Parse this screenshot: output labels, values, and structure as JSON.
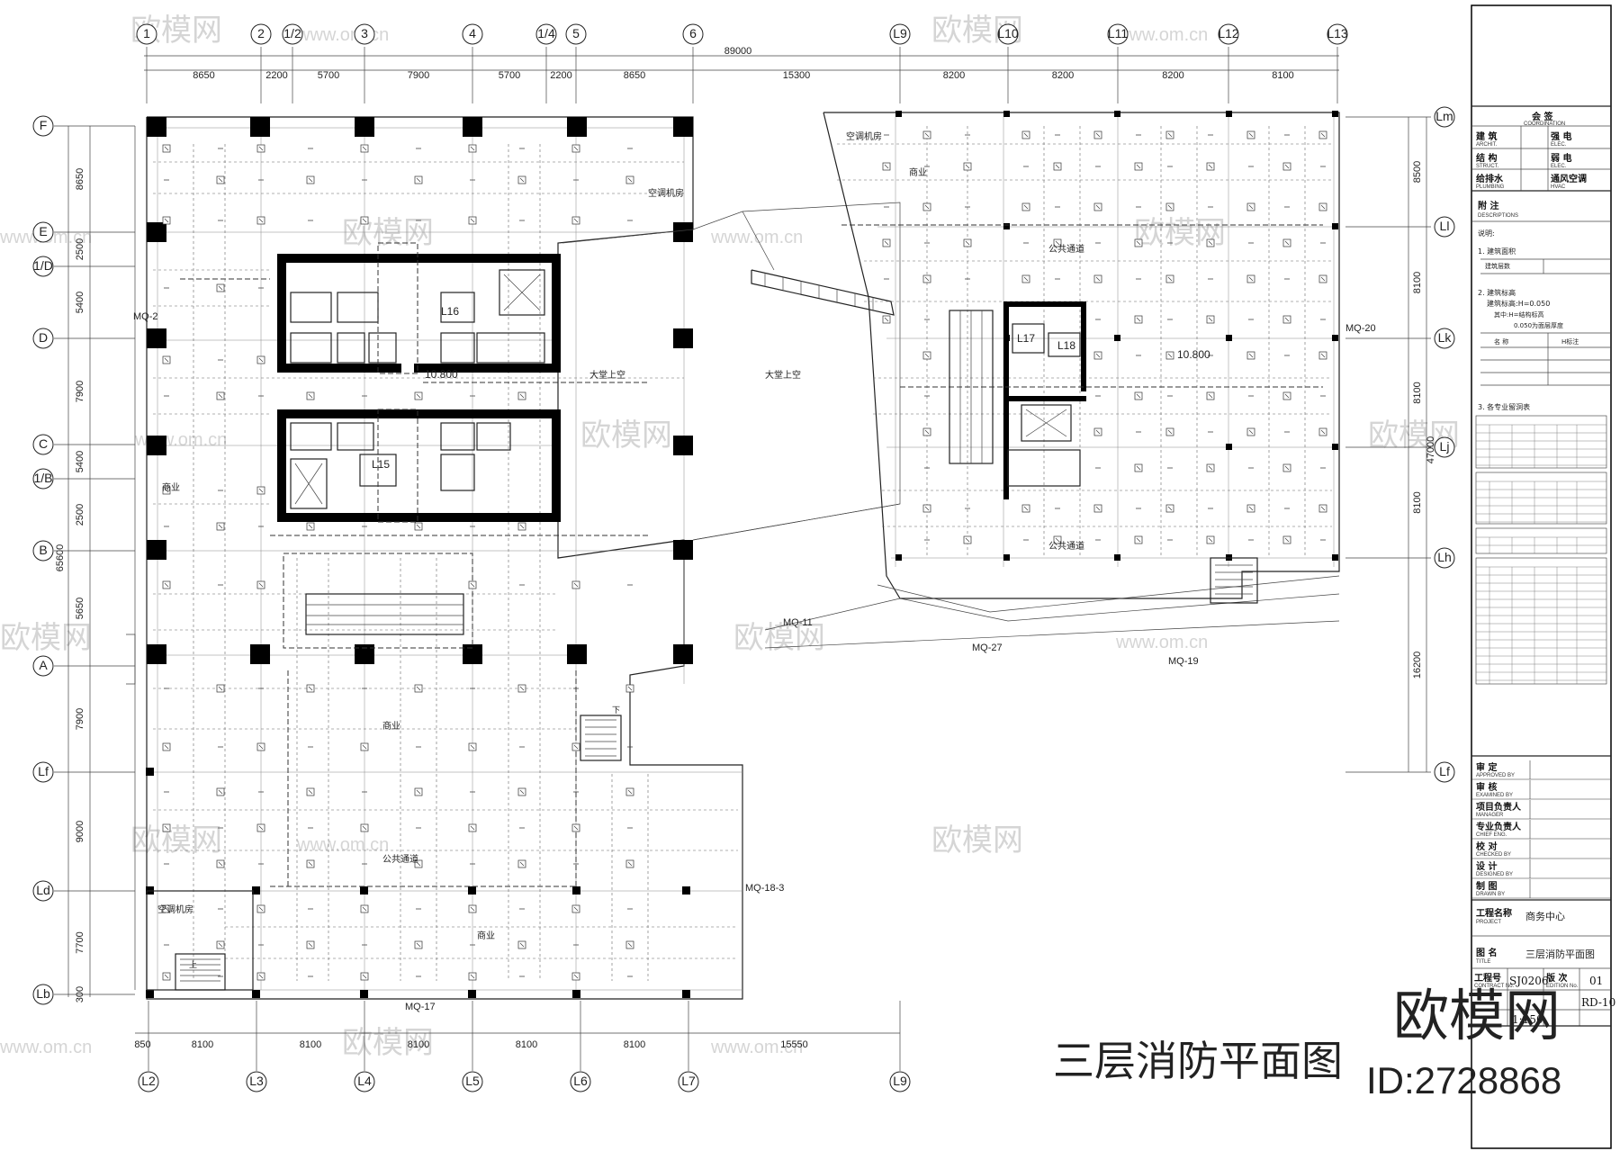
{
  "drawing": {
    "title": "三层消防平面图",
    "watermark_logo": "欧模网",
    "watermark_site": "www.om.cn",
    "watermark_big": "欧模网",
    "watermark_id": "ID:2728868",
    "overall_dim": "89000",
    "vertical_overall_left": "65600",
    "vertical_overall_right": "47000",
    "top_axes": [
      "1",
      "2",
      "1/2",
      "3",
      "4",
      "1/4",
      "5",
      "6",
      "L9",
      "L10",
      "L11",
      "L12",
      "L13"
    ],
    "top_dims": [
      "8650",
      "2200",
      "5700",
      "7900",
      "5700",
      "2200",
      "8650",
      "15300",
      "8200",
      "8200",
      "8200",
      "8100"
    ],
    "left_axes": [
      "F",
      "E",
      "1/D",
      "D",
      "C",
      "1/B",
      "B",
      "A",
      "Lf",
      "Ld",
      "Lb"
    ],
    "left_dims": [
      "8650",
      "2500",
      "5400",
      "7900",
      "5400",
      "2500",
      "5650",
      "7900",
      "9000",
      "7700",
      "300"
    ],
    "right_axes": [
      "Lm",
      "Ll",
      "Lk",
      "Lj",
      "Lh",
      "Lf"
    ],
    "right_dims": [
      "8500",
      "8100",
      "8100",
      "8100",
      "16200"
    ],
    "bottom_axes": [
      "L2",
      "L3",
      "L4",
      "L5",
      "L6",
      "L7",
      "L9"
    ],
    "bottom_dims": [
      "850",
      "8100",
      "8100",
      "8100",
      "8100",
      "8100",
      "15550"
    ],
    "rooms": {
      "lift_l16": "L16",
      "lift_l15": "L15",
      "lift_l17": "L17",
      "lift_l18": "L18",
      "level_a": "10.800",
      "level_b": "10.800",
      "void_1": "大堂上空",
      "void_2": "大堂上空",
      "shop_1": "商业",
      "shop_2": "商业",
      "shop_3": "商业",
      "shop_4": "商业",
      "corridor_1": "公共通道",
      "corridor_2": "公共通道",
      "corridor_3": "公共通道",
      "ac_room_1": "空调机房",
      "ac_room_2": "空调机房",
      "ac_room_3": "空调机房",
      "mq2": "MQ-2",
      "mq20": "MQ-20",
      "mq11": "MQ-11",
      "mq27": "MQ-27",
      "mq19": "MQ-19",
      "mq17": "MQ-17",
      "mq183": "MQ-18-3",
      "stairs_up": "上",
      "stairs_down": "下"
    },
    "title_block": {
      "section_sign": "会 签",
      "section_sign_en": "COORDINATION",
      "arch": "建 筑",
      "arch_en": "ARCHIT.",
      "elec": "强 电",
      "elec_en": "ELEC.",
      "struct": "结 构",
      "struct_en": "STRUCT.",
      "weak": "弱 电",
      "weak_en": "ELEC.",
      "plumb": "给排水",
      "plumb_en": "PLUMBING",
      "hvac": "通风空调",
      "hvac_en": "HVAC",
      "notes": "附 注",
      "notes_en": "DESCRIPTIONS",
      "note_head": "说明:",
      "note1": "1. 建筑面积",
      "note1_sub": "建筑层数",
      "note2": "2. 建筑标高",
      "note2a": "建筑标高:H=0.050",
      "note2b": "其中:H=结构标高",
      "note2c": "0.050为面层厚度",
      "note_col1": "名 称",
      "note_col2": "H标注",
      "note3": "3. 各专业留洞表",
      "approved": "审 定",
      "approved_en": "APPROVED BY",
      "examined": "审 核",
      "examined_en": "EXAMINED BY",
      "manager": "项目负责人",
      "manager_en": "MANAGER",
      "chief": "专业负责人",
      "chief_en": "CHIEF ENG.",
      "checked": "校 对",
      "checked_en": "CHECKED BY",
      "designed": "设 计",
      "designed_en": "DESIGNED BY",
      "drawn": "制 图",
      "drawn_en": "DRAWN BY",
      "project": "工程名称",
      "project_en": "PROJECT",
      "project_val": "商务中心",
      "title": "图 名",
      "title_en": "TITLE",
      "title_val": "三层消防平面图",
      "contract": "工程号",
      "contract_en": "CONTRACT No.",
      "contract_val": "SJ0206",
      "edition": "版 次",
      "edition_en": "EDITION No.",
      "edition_val": "01",
      "drawing_no": "RD-10",
      "scale": "1:150"
    }
  }
}
